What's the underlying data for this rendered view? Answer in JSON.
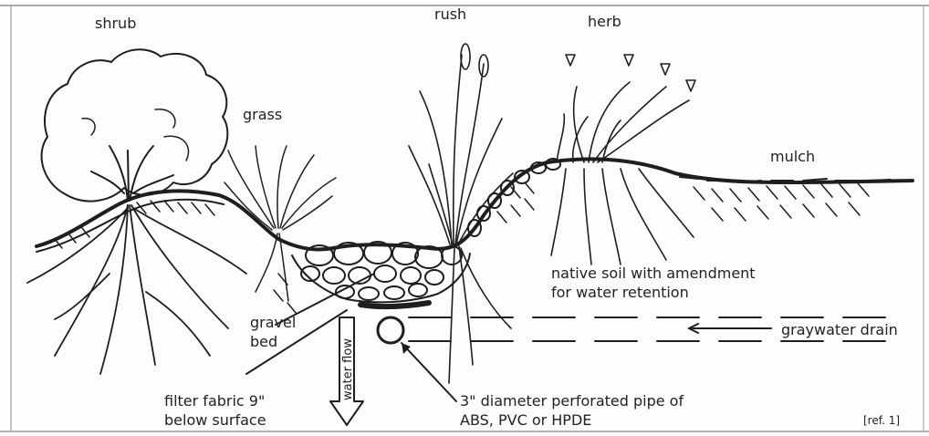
{
  "labels": {
    "shrub": "shrub",
    "grass": "grass",
    "rush": "rush",
    "herb": "herb",
    "mulch": "mulch",
    "soil_line1": "native soil with amendment",
    "soil_line2": "for water retention",
    "drain": "graywater drain",
    "gravel_line1": "gravel",
    "gravel_line2": "bed",
    "fabric_line1": "filter fabric 9\"",
    "fabric_line2": "below surface",
    "water_flow": "water flow",
    "pipe_line1": "3\" diameter perforated pipe of",
    "pipe_line2": "ABS, PVC or HPDE",
    "ref": "[ref. 1]"
  }
}
